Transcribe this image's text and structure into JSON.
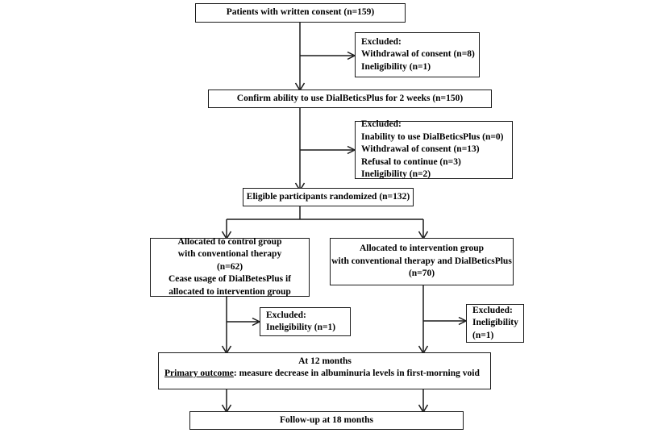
{
  "diagram": {
    "title": "CONSORT participant flow diagram",
    "accent_color": "#1a1a1a",
    "background_color": "#ffffff"
  },
  "nodes": {
    "consent": {
      "lines": [
        "Patients with written consent (n=159)"
      ]
    },
    "excluded_1": {
      "lines": [
        "Excluded:",
        "Withdrawal  of consent (n=8)",
        "Ineligibility (n=1)"
      ]
    },
    "confirm_ability": {
      "lines": [
        "Confirm ability to use DialBeticsPlus for 2 weeks (n=150)"
      ]
    },
    "excluded_2": {
      "lines": [
        "Excluded:",
        "Inability to use DialBeticsPlus (n=0)",
        "Withdrawal  of consent (n=13)",
        "Refusal to continue (n=3)",
        "Ineligibility (n=2)"
      ]
    },
    "randomized": {
      "lines": [
        "Eligible participants randomized  (n=132)"
      ]
    },
    "control_group": {
      "lines": [
        "Allocated to control group",
        "with conventional therapy",
        "(n=62)",
        "Cease usage of DialBetesPlus if",
        "allocated to intervention group"
      ]
    },
    "intervention_group": {
      "lines": [
        "Allocated to intervention group",
        "with conventional therapy and DialBeticsPlus",
        "(n=70)"
      ]
    },
    "excluded_control": {
      "lines": [
        "Excluded:",
        "Ineligibility (n=1)"
      ]
    },
    "excluded_intervention": {
      "lines": [
        "Excluded:",
        "Ineligibility",
        "(n=1)"
      ]
    },
    "primary_outcome": {
      "header": "At  12 months",
      "emphasis": "Primary outcome",
      "body": ": measure decrease in albuminuria  levels in first-morning void"
    },
    "followup": {
      "lines": [
        "Follow-up at 18 months"
      ]
    }
  }
}
